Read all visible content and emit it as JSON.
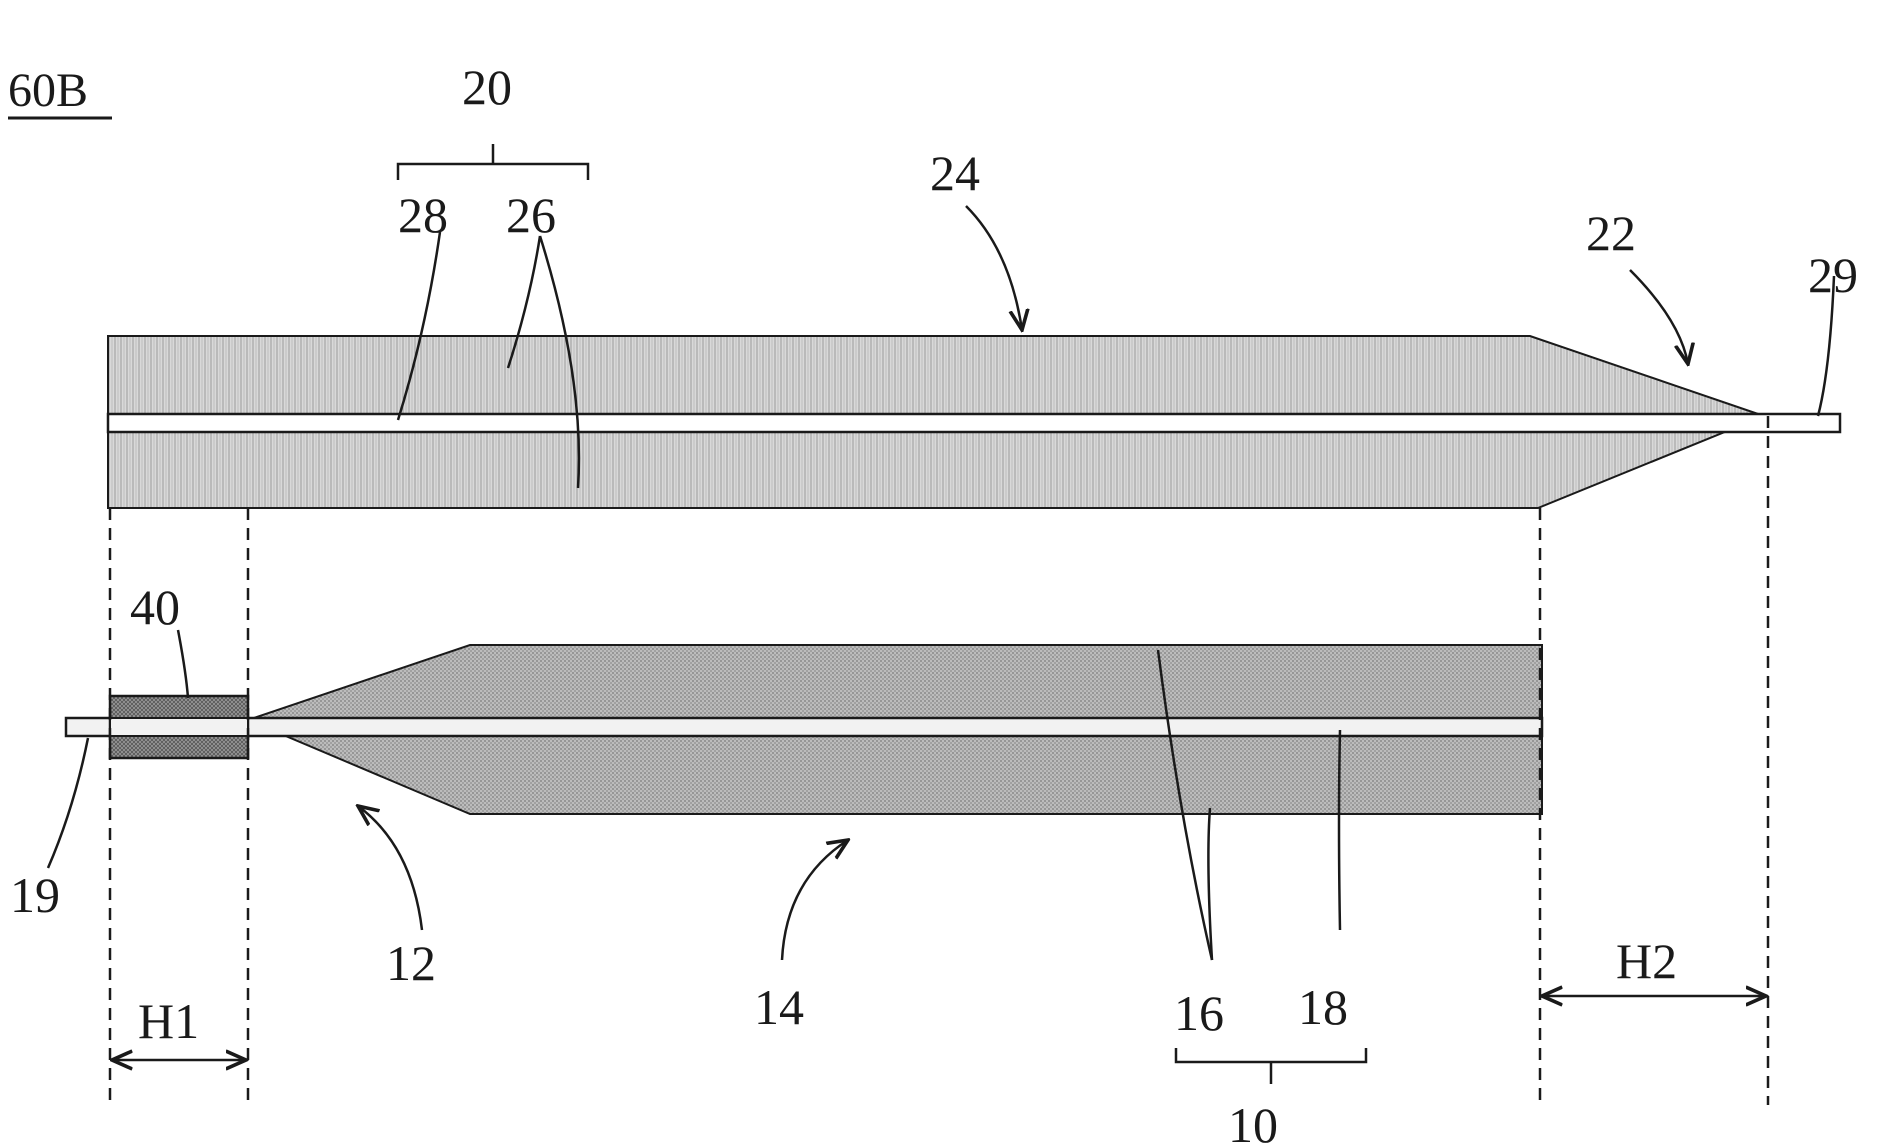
{
  "figure_label": "60B",
  "labels": {
    "l20": "20",
    "l28": "28",
    "l26": "26",
    "l24": "24",
    "l22": "22",
    "l29": "29",
    "l40": "40",
    "l19": "19",
    "l12": "12",
    "l14": "14",
    "l16": "16",
    "l18": "18",
    "l10": "10",
    "h1": "H1",
    "h2": "H2"
  },
  "colors": {
    "upper_body": "#c9c9c9",
    "lower_body": "#a9a9a9",
    "sleeve": "#8a8a8a",
    "line": "#1a1a1a"
  }
}
